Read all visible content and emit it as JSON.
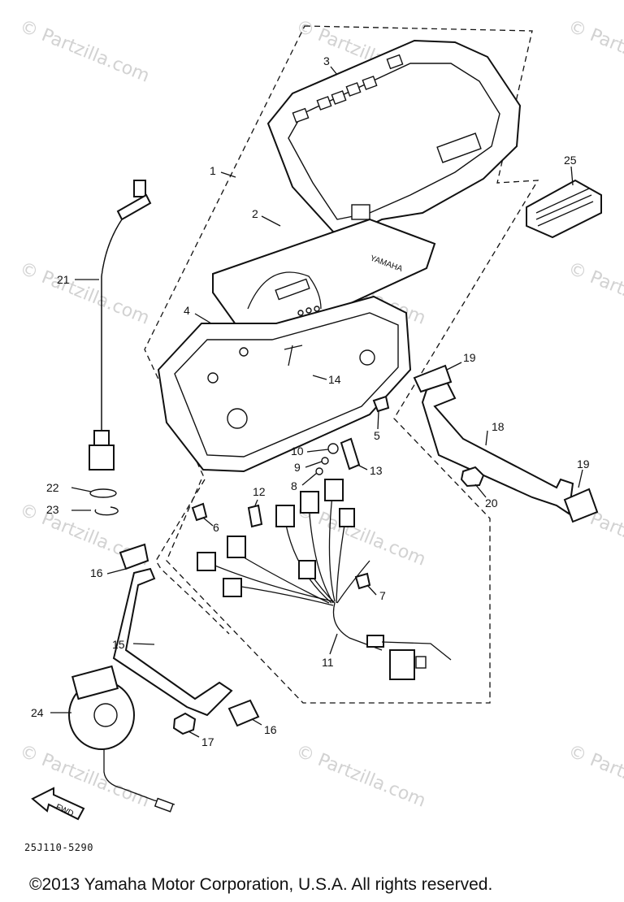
{
  "watermark": "© Partzilla.com",
  "diagram_code": "25J110-5290",
  "copyright": "©2013 Yamaha Motor Corporation, U.S.A. All rights reserved.",
  "brand_text": "YAMAHA",
  "fwd_label": "FWD",
  "callouts": [
    "1",
    "2",
    "3",
    "4",
    "5",
    "6",
    "7",
    "8",
    "9",
    "10",
    "11",
    "12",
    "13",
    "14",
    "15",
    "16",
    "16",
    "17",
    "18",
    "19",
    "19",
    "20",
    "21",
    "22",
    "23",
    "24",
    "25"
  ]
}
